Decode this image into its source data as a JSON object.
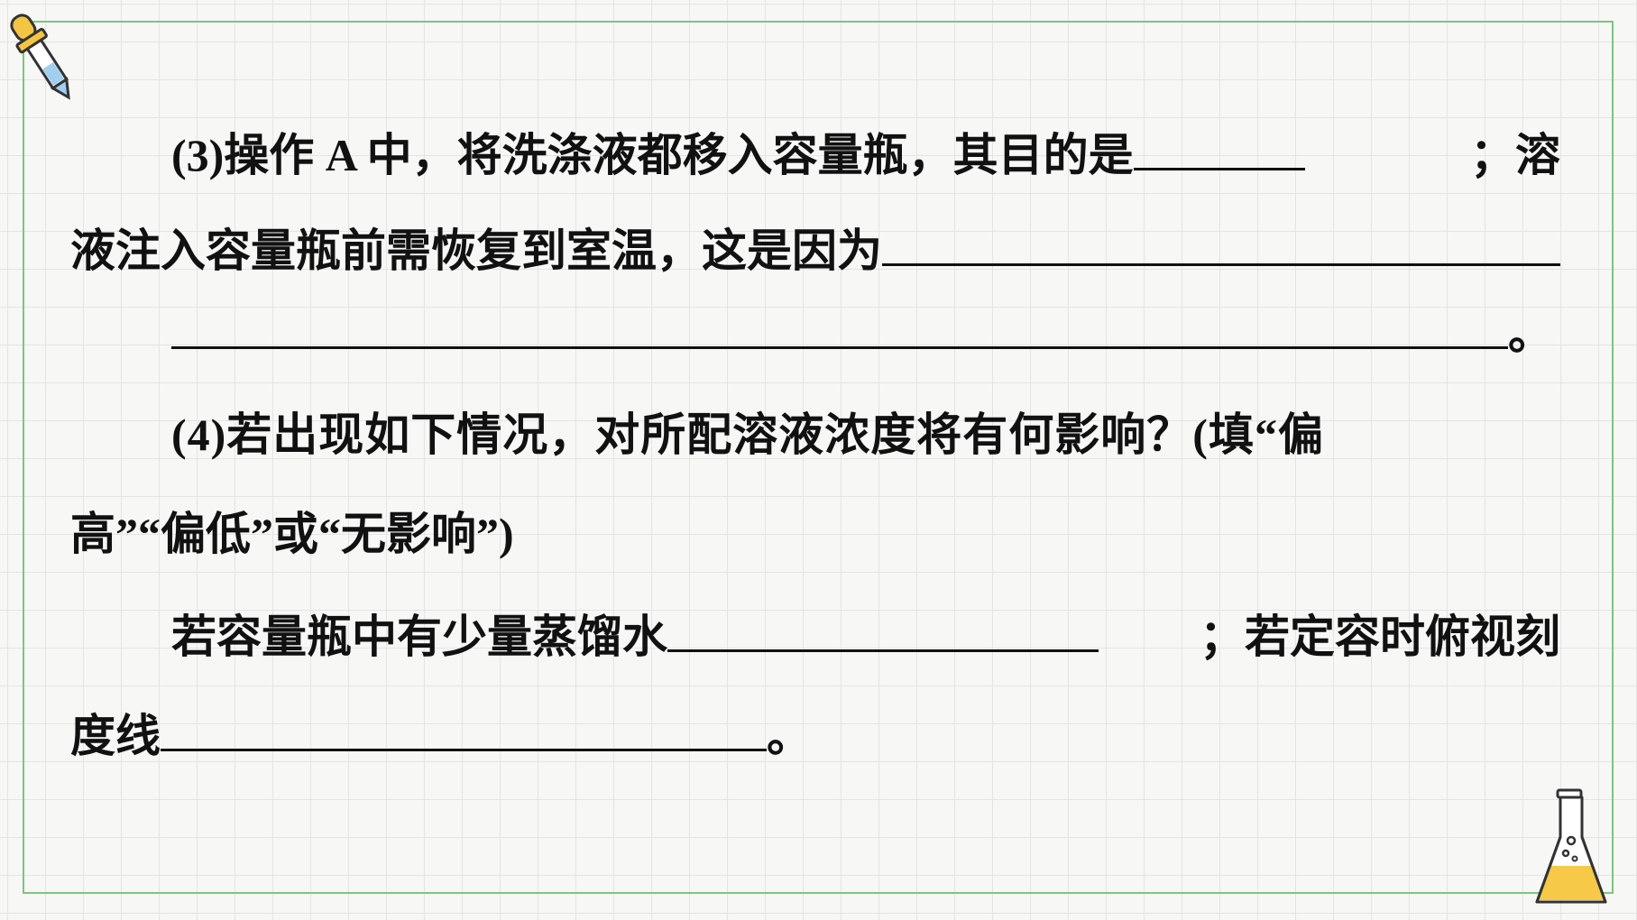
{
  "question3": {
    "line1_text": "(3)操作 A 中，将洗涤液都移入容量瓶，其目的是",
    "line1_after": "；溶",
    "line2_text": "液注入容量瓶前需恢复到室温，这是因为",
    "line3_end": "。"
  },
  "question4": {
    "line1_text": "(4)若出现如下情况，对所配溶液浓度将有何影响？(填“偏",
    "line2_text": "高”“偏低”或“无影响”)",
    "line3_text": "若容量瓶中有少量蒸馏水",
    "line3_after": "；若定容时俯视刻",
    "line4_text": "度线",
    "line4_end": "。"
  },
  "decor": {
    "top_left_icon": "dropper-icon",
    "bottom_right_icon": "flask-icon",
    "frame_color": "#7cc67f",
    "flask_liquid_color": "#f7c948"
  }
}
